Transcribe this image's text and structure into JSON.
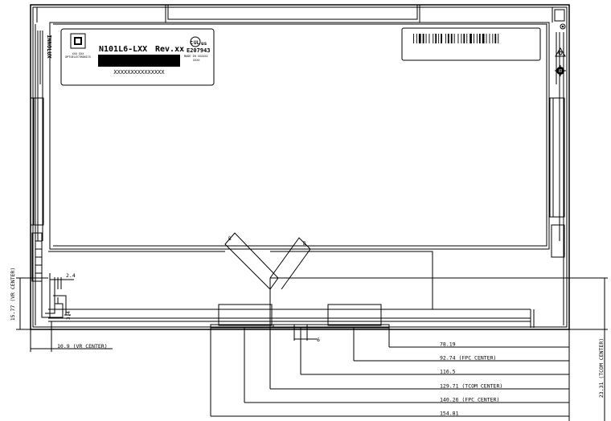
{
  "label": {
    "model": "N101L6-LXX",
    "rev": "Rev.xx",
    "serial": "XXXXXXXXXXXXXXX",
    "ul_number": "E207943",
    "made_in": "MADE IN XXXXXX",
    "made_sub": "XXXX",
    "small_left_1": "XXX XXX",
    "small_left_2": "OPTOELECTRONICS"
  },
  "side_logo": "INNOLUX",
  "dimensions": {
    "vr_center_vertical": "15.77 (VR CENTER)",
    "vr_center_horizontal": "10.9 (VR CENTER)",
    "small_24": "2.4",
    "small_34": "3.4",
    "small_6": "6",
    "tcom_center_vertical": "23.31 (TCOM CENTER)",
    "horizontal_list": [
      "78.19",
      "92.74 (FPC CENTER)",
      "116.5",
      "129.71 (TCOM CENTER)",
      "140.26 (FPC CENTER)",
      "154.81"
    ]
  },
  "fpc_marks": {
    "left": "B",
    "right": "B"
  }
}
